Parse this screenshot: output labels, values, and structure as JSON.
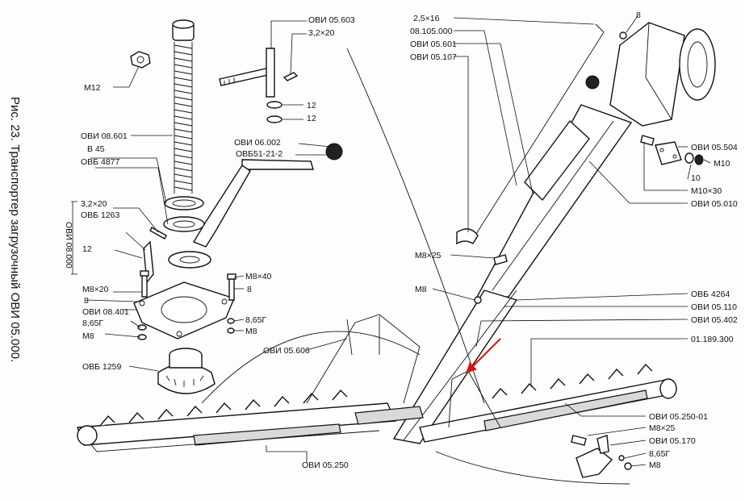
{
  "caption": "Рис. 23. Транспортер загрузочный ОВИ 05.000.",
  "group_label": "ОВИ 08.000",
  "labels": {
    "m12": "М12",
    "ovi08601": "ОВИ 08.601",
    "v45": "В 45",
    "ovb4877": "ОВБ 4877",
    "s32x20_left": "3,2×20",
    "ovb1263": "ОВБ 1263",
    "n12_left": "12",
    "m8x20": "М8×20",
    "n8_left": "8",
    "ovi08401": "ОВИ 08.401",
    "n865g_left": "8,65Г",
    "m8_left": "М8",
    "ovb1259": "ОВБ 1259",
    "ovi05603": "ОВИ 05.603",
    "s32x20_top": "3,2×20",
    "n12_a": "12",
    "n12_b": "12",
    "ovi06002": "ОВИ 06.002",
    "ovb51212": "ОВБ51-21-2",
    "m8x40": "М8×40",
    "n8_mid": "8",
    "n865g_mid": "8,65Г",
    "m8_mid": "М8",
    "ovi05606": "ОВИ 05.606",
    "ovi05250": "ОВИ 05.250",
    "s25x16": "2,5×16",
    "n8_top": "8",
    "n08105000": "08.105.000",
    "ovi05601": "ОВИ 05.601",
    "ovi05107": "ОВИ 05.107",
    "m8x25_mid": "М8×25",
    "m8_center": "М8",
    "ovi05504": "ОВИ 05.504",
    "m10": "М10",
    "n10": "10",
    "m10x30": "М10×30",
    "ovi05010": "ОВИ 05.010",
    "ovb4264": "ОВБ 4264",
    "ovi05110": "ОВИ 05.110",
    "ovi05402": "ОВИ 05.402",
    "n01189300": "01.189.300",
    "ovi05250_01": "ОВИ 05.250-01",
    "m8x25_right": "М8×25",
    "ovi05170": "ОВИ 05.170",
    "n865g_right": "8,65Г",
    "m8_right": "М8"
  },
  "colors": {
    "ink": "#111111",
    "arrow": "#e01010"
  }
}
